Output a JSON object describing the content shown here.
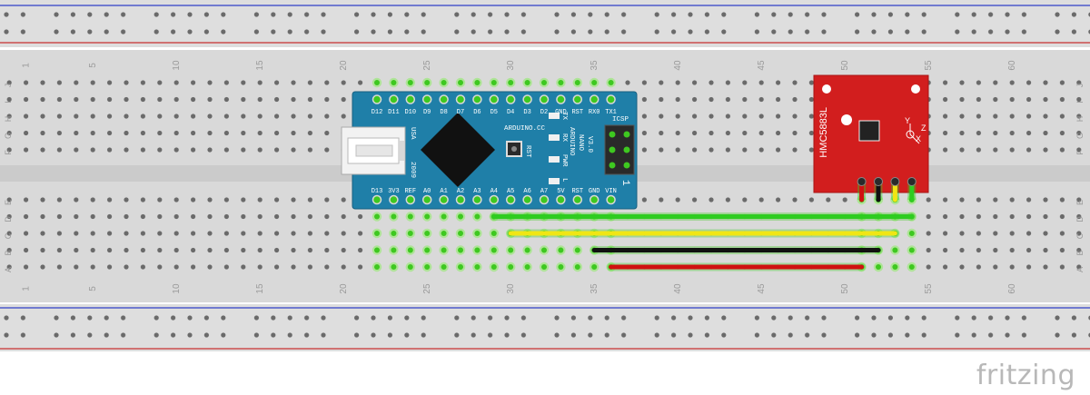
{
  "breadboard": {
    "row_letters_top": [
      "J",
      "I",
      "H",
      "G",
      "F"
    ],
    "row_letters_bottom": [
      "E",
      "D",
      "C",
      "B",
      "A"
    ],
    "column_numbers": [
      "1",
      "5",
      "10",
      "15",
      "20",
      "25",
      "30",
      "35",
      "40",
      "45",
      "50",
      "55",
      "60"
    ]
  },
  "arduino": {
    "top_pins": [
      "D12",
      "D11",
      "D10",
      "D9",
      "D8",
      "D7",
      "D6",
      "D5",
      "D4",
      "D3",
      "D2",
      "GND",
      "RST",
      "RX0",
      "TX1"
    ],
    "bottom_pins": [
      "D13",
      "3V3",
      "REF",
      "A0",
      "A1",
      "A2",
      "A3",
      "A4",
      "A5",
      "A6",
      "A7",
      "5V",
      "RST",
      "GND",
      "VIN"
    ],
    "site": "ARDUINO.CC",
    "name_line1": "ARDUINO",
    "name_line2": "NANO",
    "version": "V3.0",
    "icsp": "ICSP",
    "usa": "USA",
    "year": "2009",
    "rst_button": "RST",
    "led_labels": [
      "TX",
      "RX",
      "PWR",
      "L"
    ],
    "pin_one": "1",
    "color_board": "#1f7fa8",
    "color_chip": "#111111"
  },
  "sensor": {
    "name": "HMC5883L",
    "axis_x": "X",
    "axis_y": "Y",
    "axis_z": "Z",
    "color_board": "#d21e1e"
  },
  "wires": [
    {
      "color": "#2ecc20",
      "name": "green"
    },
    {
      "color": "#f0e614",
      "name": "yellow"
    },
    {
      "color": "#111111",
      "name": "black"
    },
    {
      "color": "#d01010",
      "name": "red"
    }
  ],
  "brand": "fritzing",
  "colors": {
    "rail_blue": "#3040c8",
    "rail_red": "#c83030",
    "breadboard_bg": "#dcdcdc",
    "hole": "#6a6a6a",
    "hole_active": "#3ec820"
  }
}
